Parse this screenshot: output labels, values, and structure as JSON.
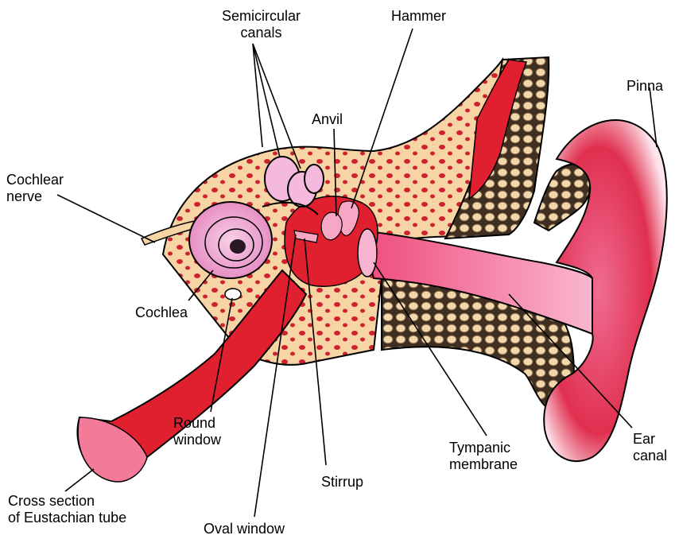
{
  "labels": {
    "semicircular_canals": [
      "Semicircular",
      "canals"
    ],
    "hammer": "Hammer",
    "pinna": "Pinna",
    "anvil": "Anvil",
    "cochlear_nerve": [
      "Cochlear",
      "nerve"
    ],
    "cochlea": "Cochlea",
    "round_window": [
      "Round",
      "window"
    ],
    "stirrup": "Stirrup",
    "tympanic_membrane": [
      "Tympanic",
      "membrane"
    ],
    "ear_canal": [
      "Ear",
      "canal"
    ],
    "eustachian": [
      "Cross section",
      "of Eustachian tube"
    ],
    "oval_window": "Oval window"
  },
  "colors": {
    "tissue_red": "#e0202e",
    "tissue_pink": "#f47a9a",
    "pale_pink": "#fbd7e3",
    "bone_tan": "#f6d4a4",
    "bone_spot": "#cf2230",
    "dark_bone": "#5a4532",
    "cell_beige": "#f0d7ac",
    "cochlea_pink": "#f4b9dd"
  }
}
